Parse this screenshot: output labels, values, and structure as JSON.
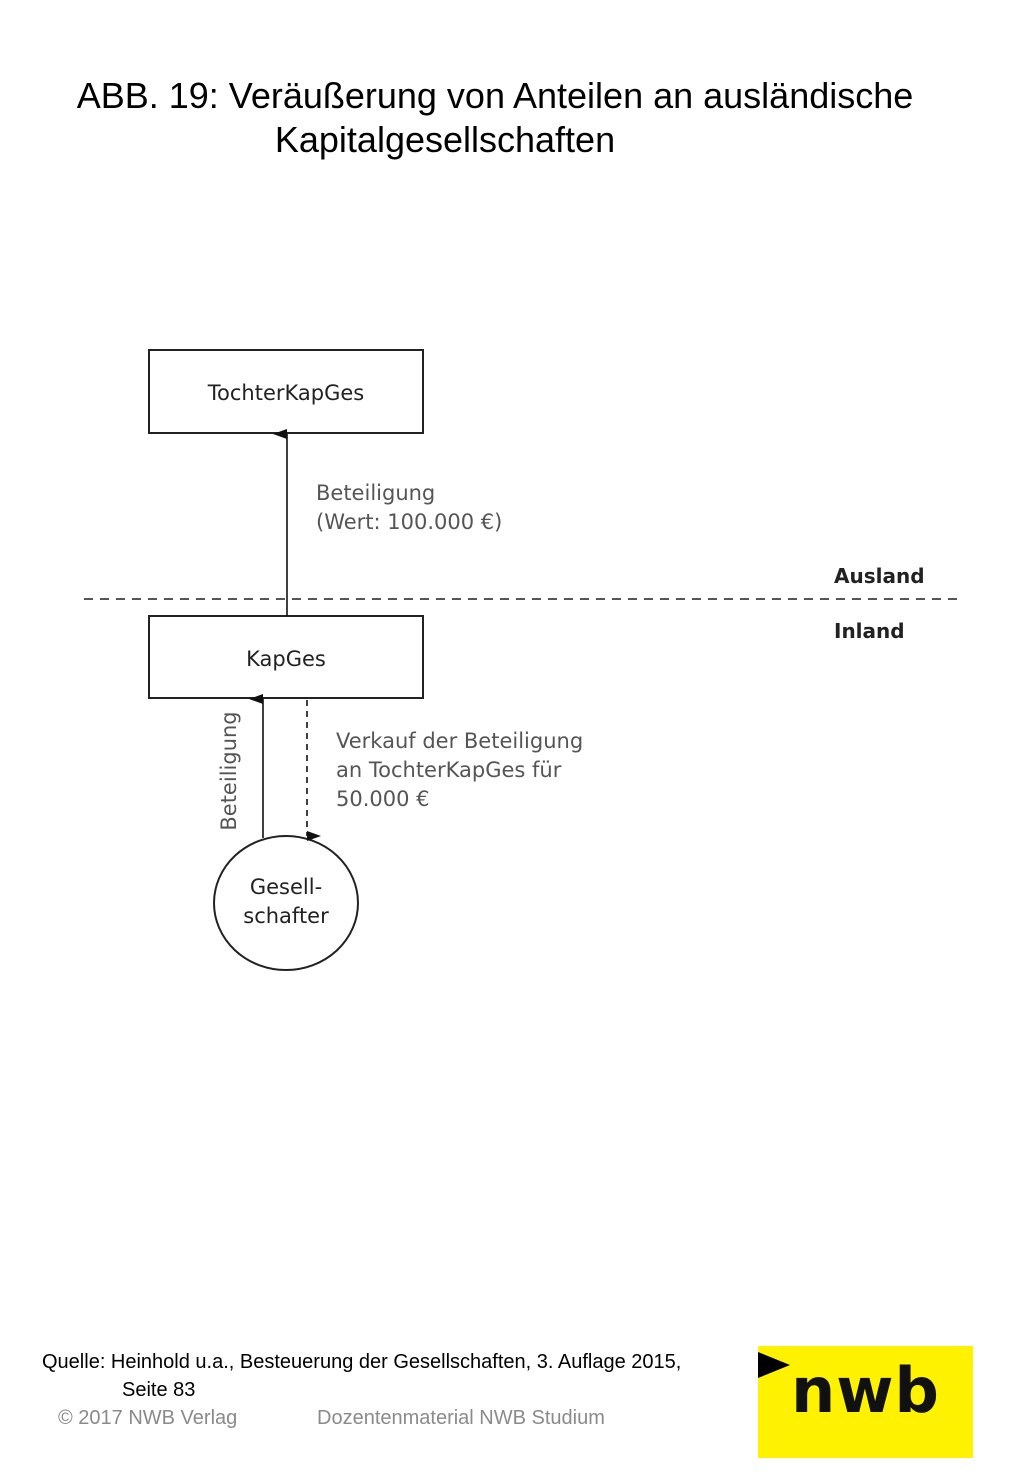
{
  "title": {
    "line1": "ABB. 19: Veräußerung von Anteilen an ausländische",
    "line2": "Kapitalgesellschaften"
  },
  "diagram": {
    "nodes": {
      "tochter": "TochterKapGes",
      "kapges": "KapGes",
      "gesellschafter_line1": "Gesell-",
      "gesellschafter_line2": "schafter"
    },
    "edges": {
      "beteiligung_top_line1": "Beteiligung",
      "beteiligung_top_line2": "(Wert: 100.000 €)",
      "beteiligung_bottom": "Beteiligung",
      "verkauf_line1": "Verkauf der Beteiligung",
      "verkauf_line2": "an TochterKapGes für",
      "verkauf_line3": "50.000 €"
    },
    "regions": {
      "ausland": "Ausland",
      "inland": "Inland"
    }
  },
  "source": {
    "line1": "Quelle: Heinhold u.a., Besteuerung der Gesellschaften, 3. Auflage 2015,",
    "line2": "Seite 83"
  },
  "footer": {
    "copyright": "© 2017 NWB Verlag",
    "material": "Dozentenmaterial NWB Studium"
  },
  "logo": {
    "text": "nwb",
    "background_color": "#fff200"
  }
}
